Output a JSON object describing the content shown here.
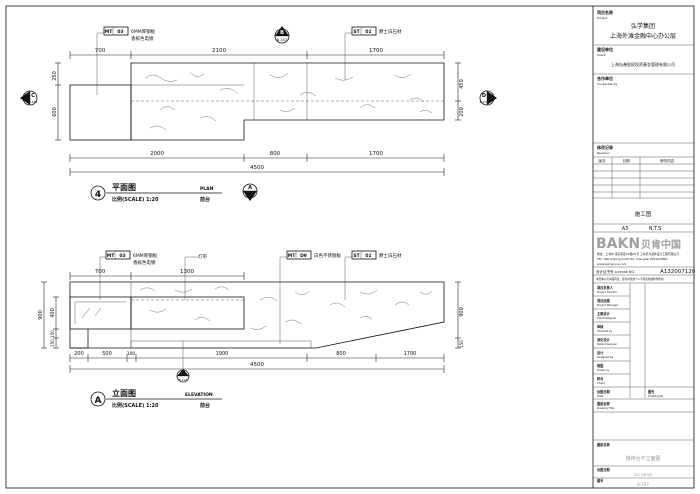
{
  "plan": {
    "callouts": [
      {
        "code": "MT",
        "no": "03",
        "line1": "6MM厚钢板",
        "line2": "香槟色电镀"
      },
      {
        "code": "ST",
        "no": "01",
        "line1": "爵士白石材",
        "line2": ""
      }
    ],
    "section_markers": [
      {
        "letter": "B",
        "sheet": "B-107"
      },
      {
        "letter": "C",
        "sheet": "B-107"
      },
      {
        "letter": "D",
        "sheet": "B-107"
      },
      {
        "letter": "A",
        "sheet": "B-107"
      }
    ],
    "top_dims": [
      "700",
      "2100",
      "1700"
    ],
    "left_dims": [
      "250",
      "600"
    ],
    "right_dims": [
      "450",
      "200"
    ],
    "bottom_dims": [
      "2000",
      "800",
      "1700"
    ],
    "total_dim": "4500",
    "title_number": "4",
    "title_cn": "平面图",
    "title_en": "PLAN",
    "scale": "比例(SCALE) 1:20",
    "subject": "前台"
  },
  "elevation": {
    "callouts": [
      {
        "code": "MT",
        "no": "03",
        "line1": "6MM厚钢板",
        "line2": "香槟色电镀"
      },
      {
        "code": "",
        "no": "",
        "line1": "灯带",
        "line2": ""
      },
      {
        "code": "MT",
        "no": "D9",
        "line1": "白色不锈钢板",
        "line2": ""
      },
      {
        "code": "ST",
        "no": "01",
        "line1": "爵士白石材",
        "line2": ""
      }
    ],
    "top_dims": [
      "700",
      "1300"
    ],
    "left_dims": [
      "900",
      "400",
      "150",
      "150"
    ],
    "right_dims": [
      "900",
      "150"
    ],
    "bottom_dims": [
      "200",
      "500",
      "100",
      "1900",
      "800",
      "1700"
    ],
    "total_dim": "4500",
    "marker": {
      "letter": "E",
      "sheet": "B-107"
    },
    "title_letter": "A",
    "title_cn": "立面图",
    "title_en": "ELEVATION",
    "scale": "比例(SCALE) 1:20",
    "subject": "前台"
  },
  "title_block": {
    "project_label": "项目名称",
    "project_label_en": "Project",
    "client": "弘学集团",
    "project_name": "上海外滩金融中心办公层",
    "owner_label": "建设单位",
    "owner_label_en": "Client",
    "owner_name": "上海弘善股权投资基金管理有限公司",
    "consultant_label": "合作单位",
    "consultant_label_en": "Cooperate by",
    "revision_label": "修改记录",
    "revision_label_en": "Revision",
    "revision_cols": [
      "版次",
      "日期",
      "修改内容"
    ],
    "stage": "施工图",
    "paper": "A3",
    "paper_scale": "N.T.S",
    "logo_en": "BAKN",
    "logo_cn": "贝肯中国",
    "firm_info_1": "地址：上海市 浦东新区XX路XX号 上海贝肯装饰设计工程有限公司",
    "firm_info_2": "TEL: 000 Pudong South Rd.  Shanghai 200120(PRC)",
    "firm_info_3": "www.bakngroup.com",
    "license_label": "设计证书号 License NO.",
    "license_no": "A132007120",
    "notice": "未经本公司书面同意，任何单位或个人不得复制或转作他用",
    "design_rows": [
      {
        "cn": "项目负责人",
        "en": "Project Director"
      },
      {
        "cn": "项目经理",
        "en": "Project Manager"
      },
      {
        "cn": "主案设计",
        "en": "Chief Designer"
      },
      {
        "cn": "审核",
        "en": "Checked by"
      },
      {
        "cn": "深化设计",
        "en": "Detail Designer"
      },
      {
        "cn": "设计",
        "en": "Designed by"
      },
      {
        "cn": "制图",
        "en": "Drawn by"
      },
      {
        "cn": "校对",
        "en": "Check"
      }
    ],
    "date_label": "出图日期",
    "date_label_en": "Date",
    "sheet_no_label": "图号",
    "sheet_no_label_en": "Drawing No.",
    "sheet_label": "图纸名称",
    "sheet_label_en": "Drawing Title",
    "sheet_title": "接待台平立面图",
    "date_value": "2011年9月",
    "sheet_no": "B-107"
  }
}
